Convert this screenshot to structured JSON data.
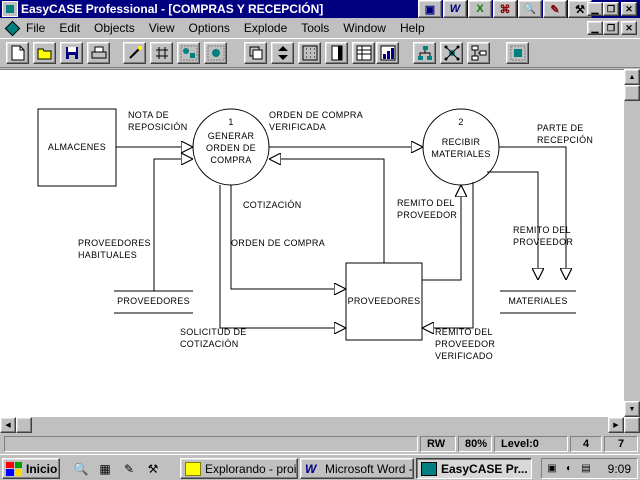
{
  "window": {
    "title": "EasyCASE Professional - [COMPRAS Y RECEPCIÓN]",
    "tray_icons": [
      "office-icon",
      "word-icon",
      "excel-icon",
      "access-icon",
      "search-icon",
      "pen-icon",
      "tools-icon"
    ],
    "tray_glyphs": [
      "▣",
      "W",
      "X",
      "⌘",
      "🔍",
      "✎",
      "⚒"
    ]
  },
  "menu": {
    "items": [
      "File",
      "Edit",
      "Objects",
      "View",
      "Options",
      "Explode",
      "Tools",
      "Window",
      "Help"
    ]
  },
  "diagram": {
    "processes": [
      {
        "number": "1",
        "label": "GENERAR\nORDEN DE\nCOMPRA"
      },
      {
        "number": "2",
        "label": "RECIBIR\nMATERIALES"
      }
    ],
    "entities": [
      {
        "label": "ALMACENES"
      },
      {
        "label": "PROVEEDORES"
      }
    ],
    "stores": [
      {
        "label": "PROVEEDORES"
      },
      {
        "label": "MATERIALES"
      }
    ],
    "flows": [
      "NOTA DE\nREPOSICIÓN",
      "ORDEN DE COMPRA\nVERIFICADA",
      "PARTE DE\nRECEPCIÓN",
      "COTIZACIÓN",
      "REMITO DEL\nPROVEEDOR",
      "PROVEEDORES\nHABITUALES",
      "ORDEN DE COMPRA",
      "REMITO DEL\nPROVEEDOR",
      "SOLICITUD DE\nCOTIZACIÓN",
      "REMITO DEL\nPROVEEDOR\nVERIFICADO"
    ]
  },
  "status": {
    "mode": "RW",
    "zoom": "80%",
    "level": "Level:0",
    "col": "4",
    "row": "7"
  },
  "taskbar": {
    "start": "Inicio",
    "tasks": [
      {
        "label": "Explorando - proi..."
      },
      {
        "label": "Microsoft Word - ..."
      },
      {
        "label": "EasyCASE Pr..."
      }
    ],
    "clock": "9:09"
  }
}
